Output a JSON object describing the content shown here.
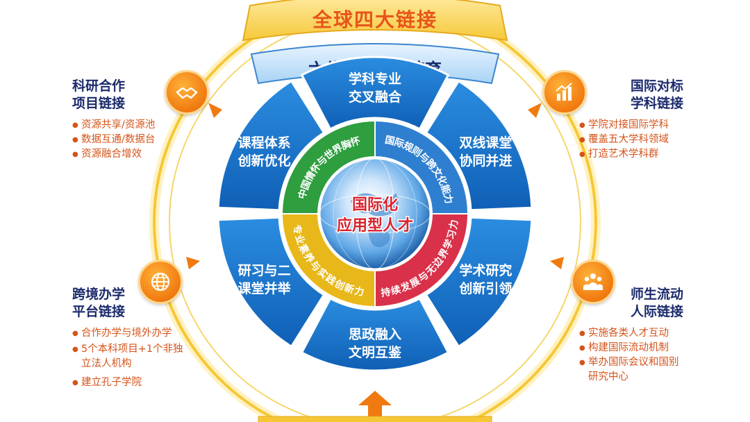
{
  "top_banner": "全球四大链接",
  "inner_banner": "六位一体协同培育",
  "center_label": [
    "国际化",
    "应用型人才"
  ],
  "segments": [
    {
      "line1": "学科专业",
      "line2": "交叉融合"
    },
    {
      "line1": "双线课堂",
      "line2": "协同并进"
    },
    {
      "line1": "学术研究",
      "line2": "创新引领"
    },
    {
      "line1": "思政融入",
      "line2": "文明互鉴"
    },
    {
      "line1": "研习与二",
      "line2": "课堂并举"
    },
    {
      "line1": "课程体系",
      "line2": "创新优化"
    }
  ],
  "quadrants": [
    {
      "text": "中国情怀与世界胸怀",
      "color": "#2e9e3e"
    },
    {
      "text": "国际规则与跨文化能力",
      "color": "#2f7fd0"
    },
    {
      "text": "持续发展与无边界学习力",
      "color": "#d9314a"
    },
    {
      "text": "专业素养与实践创新力",
      "color": "#e8b81a"
    }
  ],
  "links": {
    "top_left": {
      "title": [
        "科研合作",
        "项目链接"
      ],
      "items": [
        "资源共享/资源池",
        "数据互通/数据台",
        "资源融合增效"
      ],
      "icon": "handshake-icon"
    },
    "top_right": {
      "title": [
        "国际对标",
        "学科链接"
      ],
      "items": [
        "学院对接国际学科",
        "覆盖五大学科领域",
        "打造艺术学科群"
      ],
      "icon": "bar-chart-icon"
    },
    "bottom_left": {
      "title": [
        "跨境办学",
        "平台链接"
      ],
      "items": [
        "合作办学与境外办学",
        "5个本科项目+1个非独立法人机构",
        "建立孔子学院"
      ],
      "icon": "globe-icon"
    },
    "bottom_right": {
      "title": [
        "师生流动",
        "人际链接"
      ],
      "items": [
        "实施各类人才互动",
        "构建国际流动机制",
        "举办国际会议和国别研究中心"
      ],
      "icon": "people-icon"
    }
  },
  "colors": {
    "ring": "#f6c735",
    "segment_blue": "#1673c9",
    "text_navy": "#1b2a6b",
    "accent_orange": "#f07a10",
    "bullet_text": "#d4541b"
  }
}
